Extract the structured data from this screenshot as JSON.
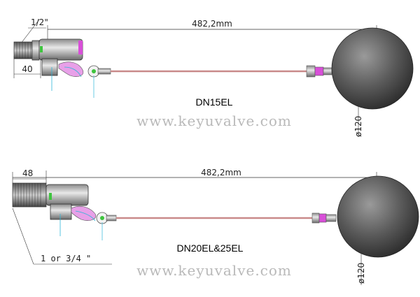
{
  "assembly_top": {
    "length_label": "482,2mm",
    "thread_label": "1/2\"",
    "offset_label": "40",
    "diameter_label": "ø120",
    "model_label": "DN15EL",
    "watermark": "www.keyuvalve.com"
  },
  "assembly_bottom": {
    "length_label": "482,2mm",
    "thread_label": "1 or 3/4 \"",
    "offset_label": "48",
    "diameter_label": "ø120",
    "model_label": "DN20EL&25EL",
    "watermark": "www.keyuvalve.com"
  },
  "colors": {
    "ball": "#5a5a5a",
    "rod": "#c98a8a",
    "accent_magenta": "#d84fd8",
    "accent_green": "#3ec43e",
    "accent_cyan": "#2fb6d8",
    "watermark": "#b9b9b9"
  }
}
